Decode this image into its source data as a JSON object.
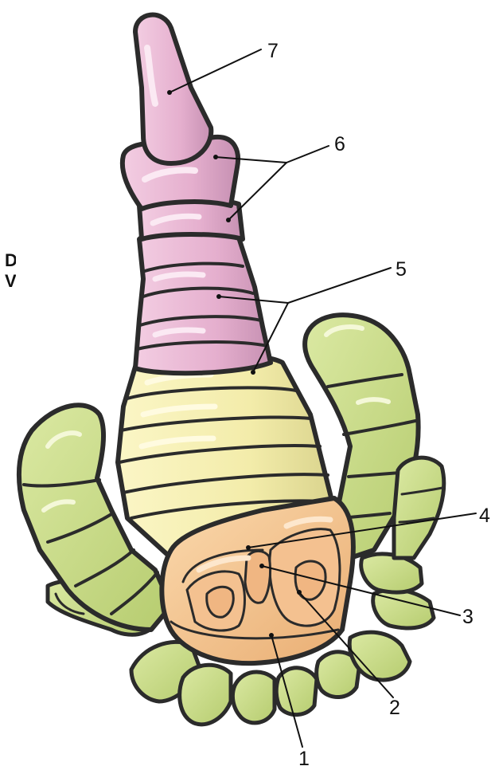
{
  "cropped_text": [
    "D",
    "V"
  ],
  "labels": [
    {
      "id": "7",
      "text": "7"
    },
    {
      "id": "6",
      "text": "6"
    },
    {
      "id": "5",
      "text": "5"
    },
    {
      "id": "4",
      "text": "4"
    },
    {
      "id": "3",
      "text": "3"
    },
    {
      "id": "2",
      "text": "2"
    },
    {
      "id": "1",
      "text": "1"
    }
  ],
  "colors": {
    "outline": "#2b2b2b",
    "pink": "#e8b4d2",
    "pink_shade": "#c98fb3",
    "yellow": "#f7f1b0",
    "yellow_shade": "#d9d48a",
    "green": "#c9dc8a",
    "green_shade": "#a3bb5f",
    "orange": "#f6c794",
    "orange_shade": "#e2a56c"
  }
}
